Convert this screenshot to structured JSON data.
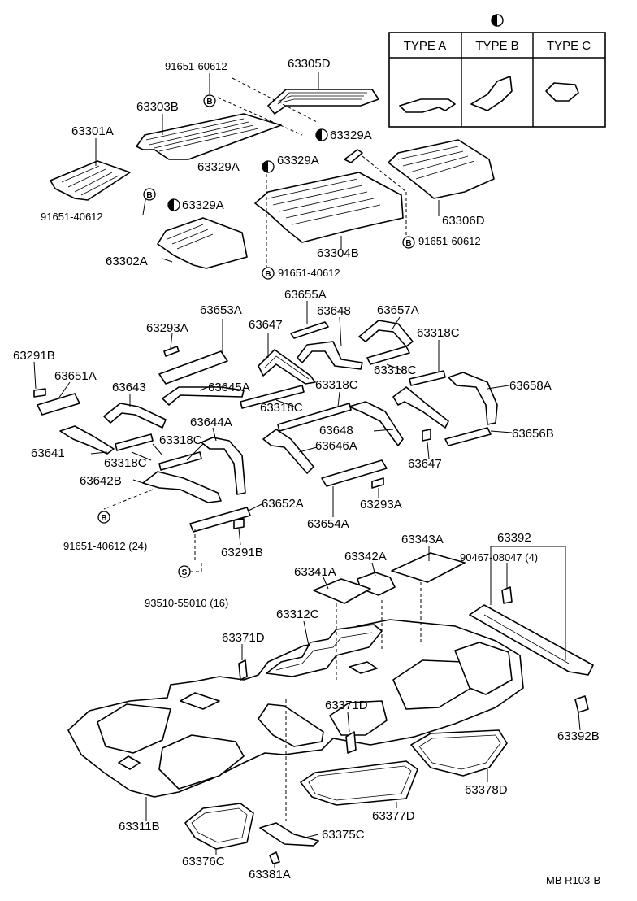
{
  "type_table": {
    "headers": [
      "TYPE A",
      "TYPE B",
      "TYPE C"
    ]
  },
  "symbols": {
    "b": "B",
    "s": "S"
  },
  "labels": {
    "p91651_60612_top": "91651-60612",
    "p63305D": "63305D",
    "p63303B": "63303B",
    "p63329A_1": "63329A",
    "p63301A": "63301A",
    "p63329A_2": "63329A",
    "p63329A_3": "63329A",
    "p63306D": "63306D",
    "p63329A_4": "63329A",
    "p91651_40612_a": "91651-40612",
    "p63304B": "63304B",
    "p91651_60612_b": "91651-60612",
    "p63302A": "63302A",
    "p91651_40612_b": "91651-40612",
    "p63655A": "63655A",
    "p63653A": "63653A",
    "p63648_1": "63648",
    "p63657A": "63657A",
    "p63293A_1": "63293A",
    "p63647_1": "63647",
    "p63318C_1": "63318C",
    "p63291B_1": "63291B",
    "p63318C_2": "63318C",
    "p63651A": "63651A",
    "p63643": "63643",
    "p63645A": "63645A",
    "p63318C_3": "63318C",
    "p63658A": "63658A",
    "p63318C_4": "63318C",
    "p63644A": "63644A",
    "p63648_2": "63648",
    "p63656B": "63656B",
    "p63641": "63641",
    "p63318C_5": "63318C",
    "p63646A": "63646A",
    "p63318C_6": "63318C",
    "p63647_2": "63647",
    "p63642B": "63642B",
    "p63652A": "63652A",
    "p63293A_2": "63293A",
    "p63654A": "63654A",
    "p91651_40612_24": "91651-40612 (24)",
    "p63291B_2": "63291B",
    "p63343A": "63343A",
    "p63392": "63392",
    "p63342A": "63342A",
    "p90467_08047": "90467-08047 (4)",
    "p63341A": "63341A",
    "p93510_55010": "93510-55010 (16)",
    "p63312C": "63312C",
    "p63371D_1": "63371D",
    "p63371D_2": "63371D",
    "p63392B": "63392B",
    "p63378D": "63378D",
    "p63377D": "63377D",
    "p63311B": "63311B",
    "p63375C": "63375C",
    "p63376C": "63376C",
    "p63381A": "63381A",
    "footer_code": "MB R103-B"
  }
}
